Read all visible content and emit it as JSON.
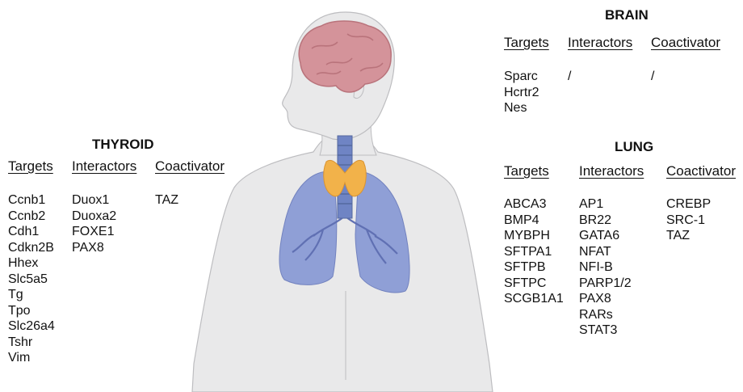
{
  "brain": {
    "title": "BRAIN",
    "headers": [
      "Targets",
      "Interactors",
      "Coactivator"
    ],
    "targets": [
      "Sparc",
      "Hcrtr2",
      "Nes"
    ],
    "interactors": [
      "/"
    ],
    "coactivators": [
      "/"
    ]
  },
  "thyroid": {
    "title": "THYROID",
    "headers": [
      "Targets",
      "Interactors",
      "Coactivator"
    ],
    "targets": [
      "Ccnb1",
      "Ccnb2",
      "Cdh1",
      "Cdkn2B",
      "Hhex",
      "Slc5a5",
      "Tg",
      "Tpo",
      "Slc26a4",
      "Tshr",
      "Vim"
    ],
    "interactors": [
      "Duox1",
      "Duoxa2",
      "FOXE1",
      "PAX8"
    ],
    "coactivators": [
      "TAZ"
    ]
  },
  "lung": {
    "title": "LUNG",
    "headers": [
      "Targets",
      "Interactors",
      "Coactivator"
    ],
    "targets": [
      "ABCA3",
      "BMP4",
      "MYBPH",
      "SFTPA1",
      "SFTPB",
      "SFTPC",
      "SCGB1A1"
    ],
    "interactors": [
      "AP1",
      "BR22",
      "GATA6",
      "NFAT",
      "NFI-B",
      "PARP1/2",
      "PAX8",
      "RARs",
      "STAT3"
    ],
    "coactivators": [
      "CREBP",
      "SRC-1",
      "TAZ"
    ]
  },
  "colors": {
    "skin": "#e9e9ea",
    "skin_outline": "#bdbdc0",
    "brain": "#d4939a",
    "lung": "#8f9fd6",
    "trachea": "#6f84c4",
    "thyroid": "#f2b24a"
  }
}
